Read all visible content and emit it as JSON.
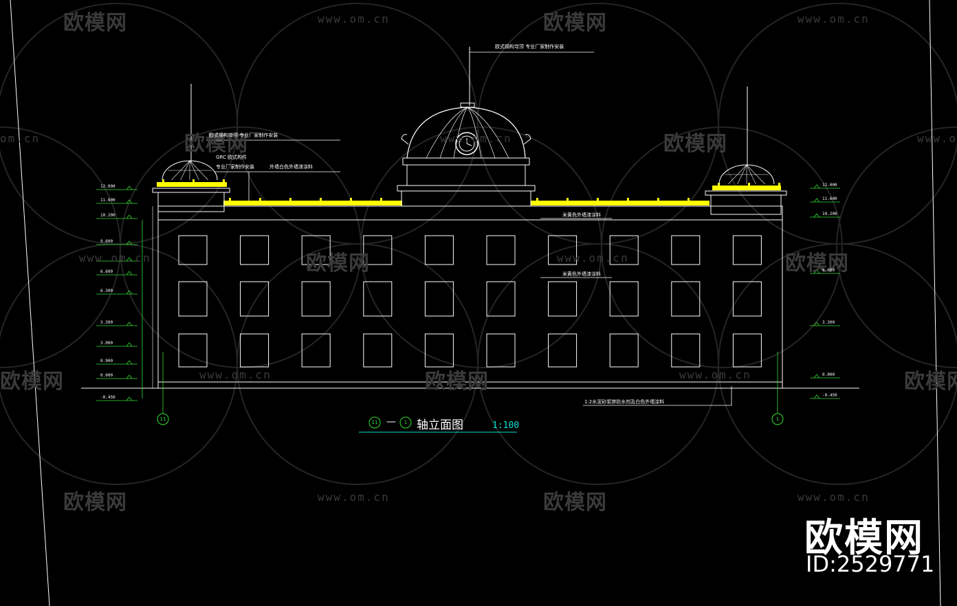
{
  "drawing": {
    "title": "轴立面图",
    "scale": "1:100",
    "axis_start": "11",
    "axis_end": "1",
    "annotations": {
      "dome_top": "欧式钢构穹顶   专业厂家制作安装",
      "left_dome_1": "欧式钢构穹顶 专业厂家制作安装",
      "left_dome_2": "GRC 欧式构件",
      "left_dome_3": "专业厂家制作安装",
      "parapet": "外墙白色外墙漆涂料",
      "frieze": "米黄色外墙漆涂料",
      "wall_mid": "米黄色外墙漆涂料",
      "base": "1:2水泥砂浆掺防水剂及白色外墙涂料"
    },
    "left_levels": [
      "12.000",
      "11.600",
      "10.200",
      "9.600",
      "",
      "6.600",
      "6.300",
      "3.300",
      "3.000",
      "0.900",
      "0.000",
      "-0.450"
    ],
    "right_levels": [
      "12.000",
      "11.600",
      "10.200",
      "6.600",
      "3.300",
      "0.000",
      "-0.450"
    ],
    "window_rows": 3,
    "window_cols": 10,
    "colors": {
      "background": "#000000",
      "lines": "#ffffff",
      "railing": "#ffff00",
      "dimension": "#30e030",
      "scale": "#00e5d4",
      "watermark": "#3a3a3a"
    }
  },
  "watermark": {
    "logo_text": "欧模网",
    "url_text": "www.om.cn",
    "url_fragment": "om.cn",
    "brand": "欧模网",
    "id": "ID:2529771"
  }
}
